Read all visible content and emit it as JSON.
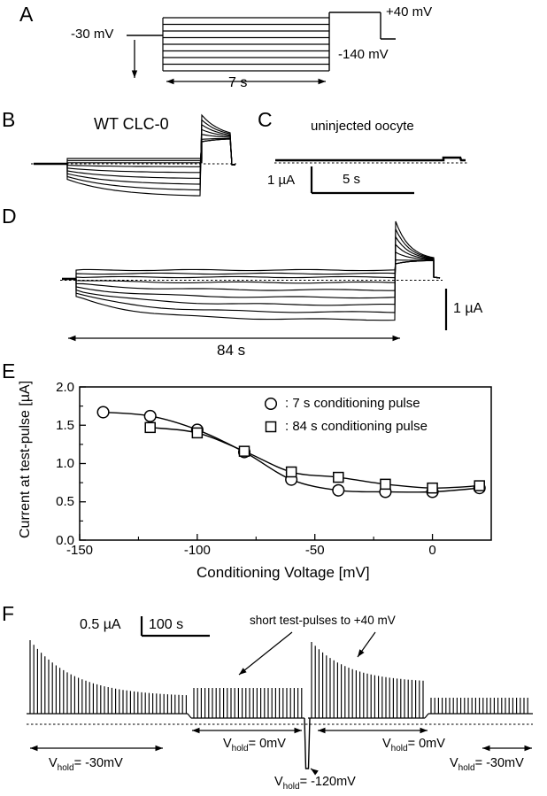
{
  "figure": {
    "background": "#ffffff",
    "ink": "#000000",
    "panels": {
      "a": {
        "label": "A",
        "hold_voltage": "-30 mV",
        "test_voltage": "+40 mV",
        "min_voltage": "-140 mV",
        "duration": "7 s"
      },
      "b": {
        "label": "B",
        "title": "WT CLC-0"
      },
      "c": {
        "label": "C",
        "title": "uninjected oocyte",
        "current_scale": "1 µA",
        "time_scale": "5 s"
      },
      "d": {
        "label": "D",
        "current_scale": "1 µA",
        "duration": "84 s"
      },
      "e": {
        "label": "E"
      },
      "f": {
        "label": "F",
        "current_scale": "0.5 µA",
        "time_scale": "100 s",
        "annotation": "short test-pulses to +40 mV",
        "vhold_labels": [
          {
            "pre": "V",
            "sub": "hold",
            "rest": "= -30mV"
          },
          {
            "pre": "V",
            "sub": "hold",
            "rest": "= 0mV"
          },
          {
            "pre": "V",
            "sub": "hold",
            "rest": "= -120mV"
          },
          {
            "pre": "V",
            "sub": "hold",
            "rest": "= 0mV"
          },
          {
            "pre": "V",
            "sub": "hold",
            "rest": "= -30mV"
          }
        ]
      }
    }
  },
  "chart_data": {
    "type": "scatter",
    "title": "",
    "xlabel": "Conditioning Voltage [mV]",
    "ylabel": "Current at test-pulse [µA]",
    "xlim": [
      -150,
      25
    ],
    "ylim": [
      0.0,
      2.0
    ],
    "grid": false,
    "legend_position": "upper-right-inside",
    "xticks": [
      {
        "value": -150,
        "label": "-150"
      },
      {
        "value": -100,
        "label": "-100"
      },
      {
        "value": -50,
        "label": "-50"
      },
      {
        "value": 0,
        "label": "0"
      }
    ],
    "yticks": [
      {
        "value": 0.0,
        "label": "0.0"
      },
      {
        "value": 0.5,
        "label": "0.5"
      },
      {
        "value": 1.0,
        "label": "1.0"
      },
      {
        "value": 1.5,
        "label": "1.5"
      },
      {
        "value": 2.0,
        "label": "2.0"
      }
    ],
    "series": [
      {
        "name": "7 s conditioning pulse",
        "legend_label": ": 7 s conditioning pulse",
        "marker": "circle",
        "x": [
          -140,
          -120,
          -100,
          -80,
          -60,
          -40,
          -20,
          0,
          20
        ],
        "y": [
          1.67,
          1.62,
          1.44,
          1.15,
          0.79,
          0.65,
          0.63,
          0.63,
          0.68
        ]
      },
      {
        "name": "84 s conditioning pulse",
        "legend_label": ": 84 s conditioning pulse",
        "marker": "square",
        "x": [
          -120,
          -100,
          -80,
          -60,
          -40,
          -20,
          0,
          20
        ],
        "y": [
          1.47,
          1.4,
          1.16,
          0.89,
          0.82,
          0.73,
          0.68,
          0.71
        ]
      }
    ]
  }
}
